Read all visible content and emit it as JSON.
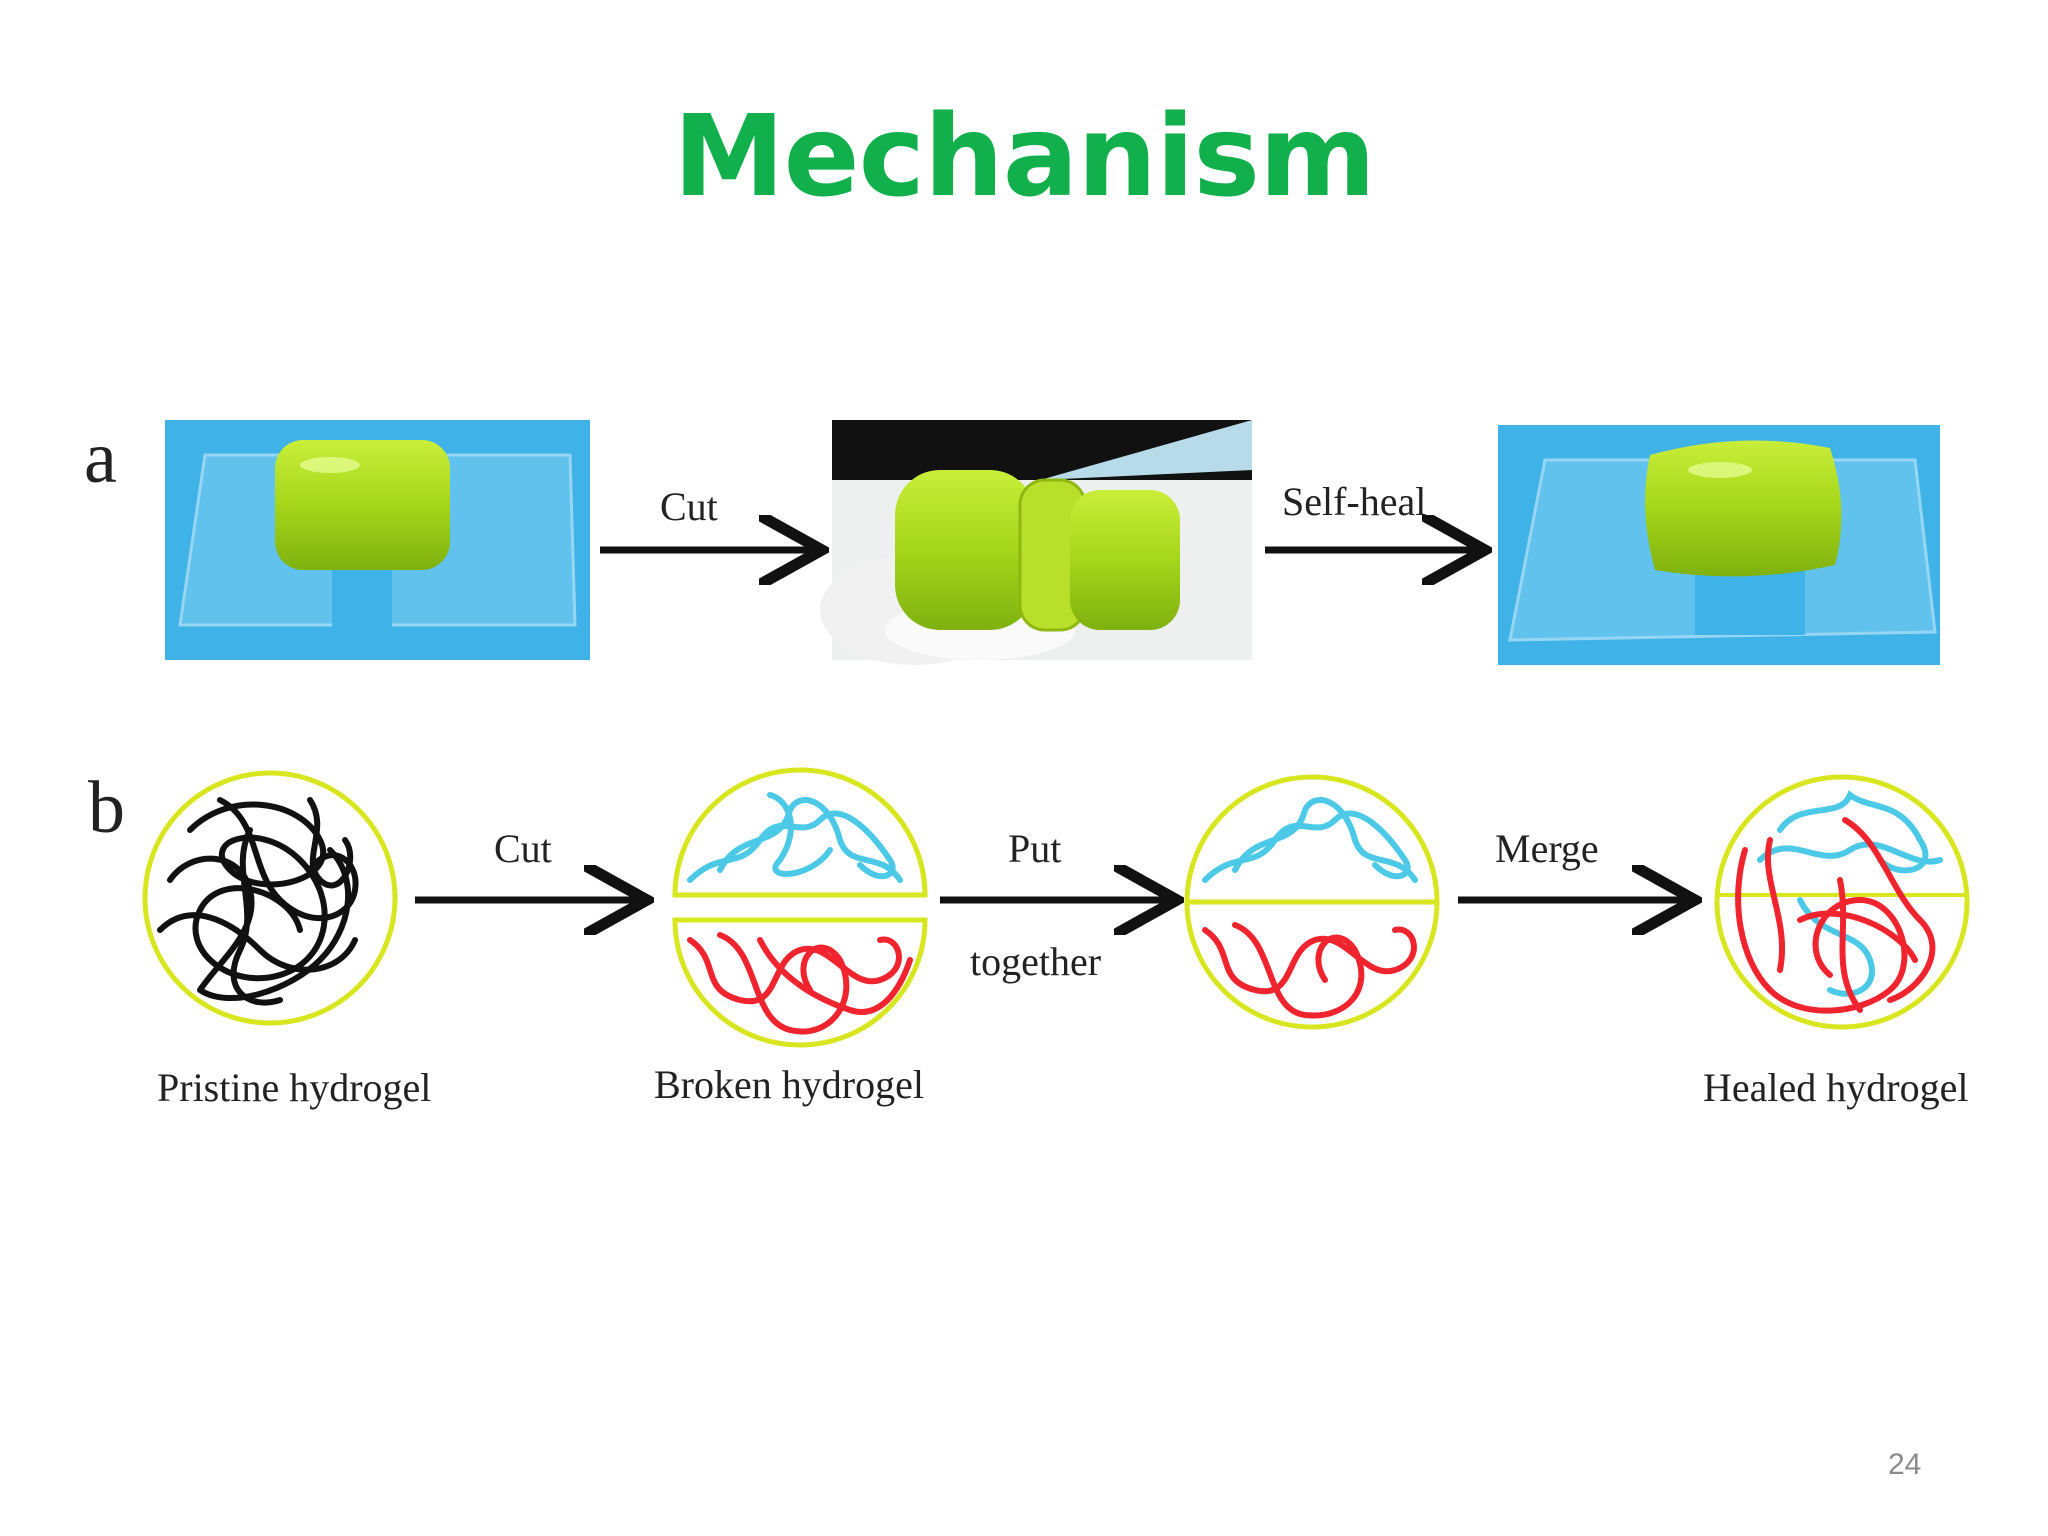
{
  "slide": {
    "title": "Mechanism",
    "page_number": "24",
    "accent_color": "#12b04c"
  },
  "panel_a": {
    "label": "a",
    "photos": [
      {
        "name": "intact hydrogel on glass slide"
      },
      {
        "name": "hydrogel being cut"
      },
      {
        "name": "self-healed hydrogel on glass slide"
      }
    ],
    "arrows": [
      {
        "label": "Cut"
      },
      {
        "label": "Self-heal"
      }
    ]
  },
  "panel_b": {
    "label": "b",
    "stages": [
      {
        "caption": "Pristine hydrogel"
      },
      {
        "caption": "Broken hydrogel"
      },
      {
        "caption": ""
      },
      {
        "caption": "Healed hydrogel"
      }
    ],
    "arrows": [
      {
        "label": "Cut",
        "label2": ""
      },
      {
        "label": "Put",
        "label2": "together"
      },
      {
        "label": "Merge",
        "label2": ""
      }
    ],
    "colors": {
      "circle": "#d8e620",
      "pristine_chains": "#111111",
      "top_half": "#4cc9e6",
      "bottom_half": "#f0242e"
    }
  }
}
